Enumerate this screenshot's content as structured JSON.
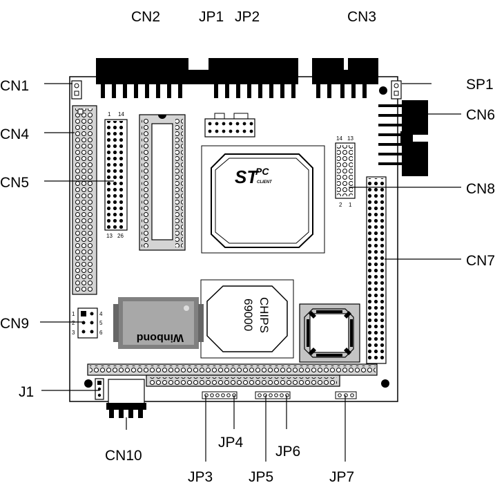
{
  "labels": {
    "cn1": "CN1",
    "cn2": "CN2",
    "cn3": "CN3",
    "cn4": "CN4",
    "cn5": "CN5",
    "cn6": "CN6",
    "cn7": "CN7",
    "cn8": "CN8",
    "cn9": "CN9",
    "cn10": "CN10",
    "jp1": "JP1",
    "jp2": "JP2",
    "jp3": "JP3",
    "jp4": "JP4",
    "jp5": "JP5",
    "jp6": "JP6",
    "jp7": "JP7",
    "j1": "J1",
    "sp1": "SP1"
  },
  "pin_numbers": {
    "cn5_top_left": "1",
    "cn5_top_right": "14",
    "cn5_bottom_left": "13",
    "cn5_bottom_right": "26",
    "cn8_top_left": "14",
    "cn8_top_right": "13",
    "cn8_bottom_left": "2",
    "cn8_bottom_right": "1",
    "cn9_1": "1",
    "cn9_2": "2",
    "cn9_3": "3",
    "cn9_4": "4",
    "cn9_5": "5",
    "cn9_6": "6"
  },
  "chips": {
    "stpc_brand": "ST",
    "stpc_pc": "PC",
    "stpc_client": "CLIENT",
    "chips_line1": "CHIPS",
    "chips_line2": "69000",
    "winbond": "Winbond"
  }
}
